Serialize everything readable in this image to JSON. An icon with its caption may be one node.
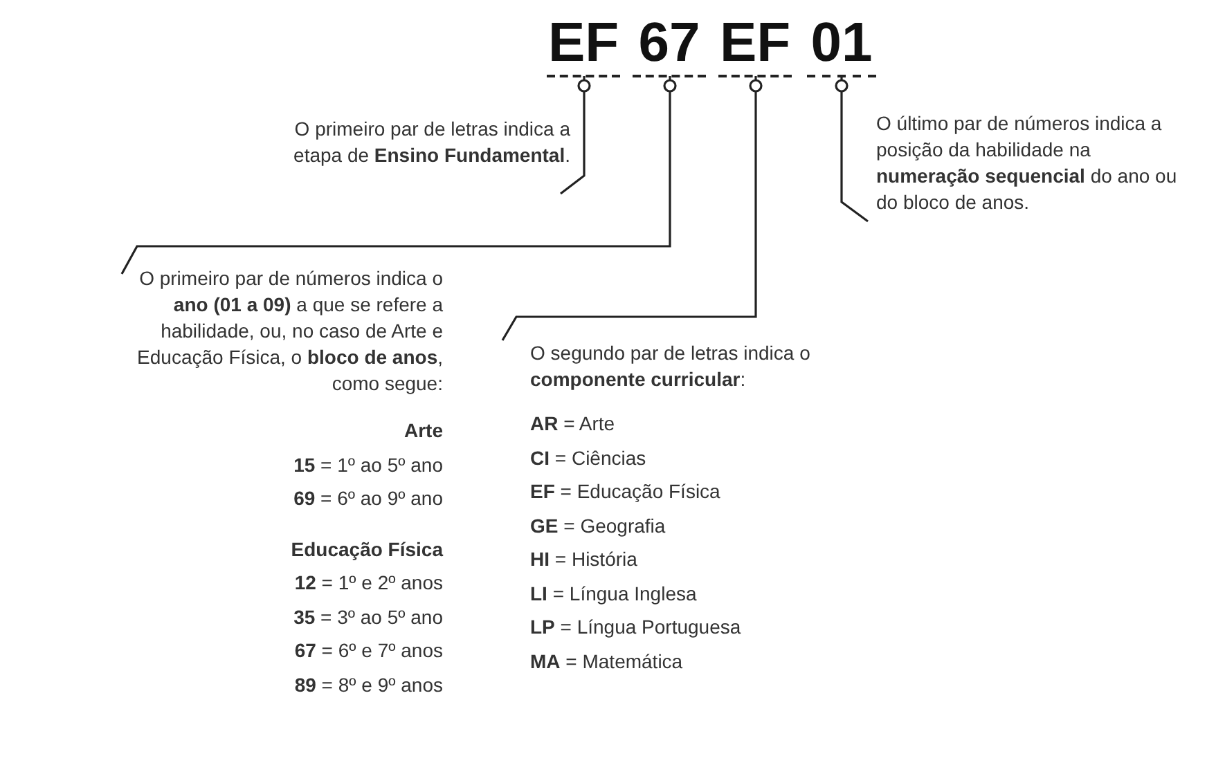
{
  "diagram": {
    "nodes": [
      {
        "text": [
          "EF"
        ]
      },
      {
        "text": [
          "67"
        ]
      },
      {
        "text": [
          "EF"
        ]
      },
      {
        "text": [
          "01"
        ]
      },
      {
        "text": [
          "O primeiro par de letras indica a etapa de **Ensino Fundamental**."
        ]
      },
      {
        "text": [
          "O último par de números indica a posição da habilidade na **numeração sequencial** do ano ou do bloco de anos."
        ]
      },
      {
        "text": [
          "O primeiro par de números indica o **ano (01 a 09)** a que se refere a habilidade, ou, no caso de Arte e Educação Física, o **bloco de anos**, como segue:",
          "Arte",
          "**15** = 1º ao 5º ano",
          "**69** = 6º ao 9º ano",
          "Educação Física",
          "**12** = 1º e 2º anos",
          "**35** = 3º ao 5º ano",
          "**67** = 6º e 7º anos",
          "**89** = 8º e 9º anos"
        ]
      },
      {
        "text": [
          "O segundo par de letras indica o **componente curricular**:",
          "**AR** = Arte",
          "**CI** = Ciências",
          "**EF** = Educação Física",
          "**GE** = Geografia",
          "**HI** = História",
          "**LI** = Língua Inglesa",
          "**LP** = Língua Portuguesa",
          "**MA** = Matemática"
        ]
      }
    ],
    "edges": [
      {
        "from": 4,
        "to": 0,
        "arrow": "other"
      },
      {
        "from": 5,
        "to": 3,
        "arrow": "other"
      },
      {
        "from": 6,
        "to": 1,
        "arrow": "other"
      },
      {
        "from": 7,
        "to": 2,
        "arrow": "other"
      }
    ]
  }
}
